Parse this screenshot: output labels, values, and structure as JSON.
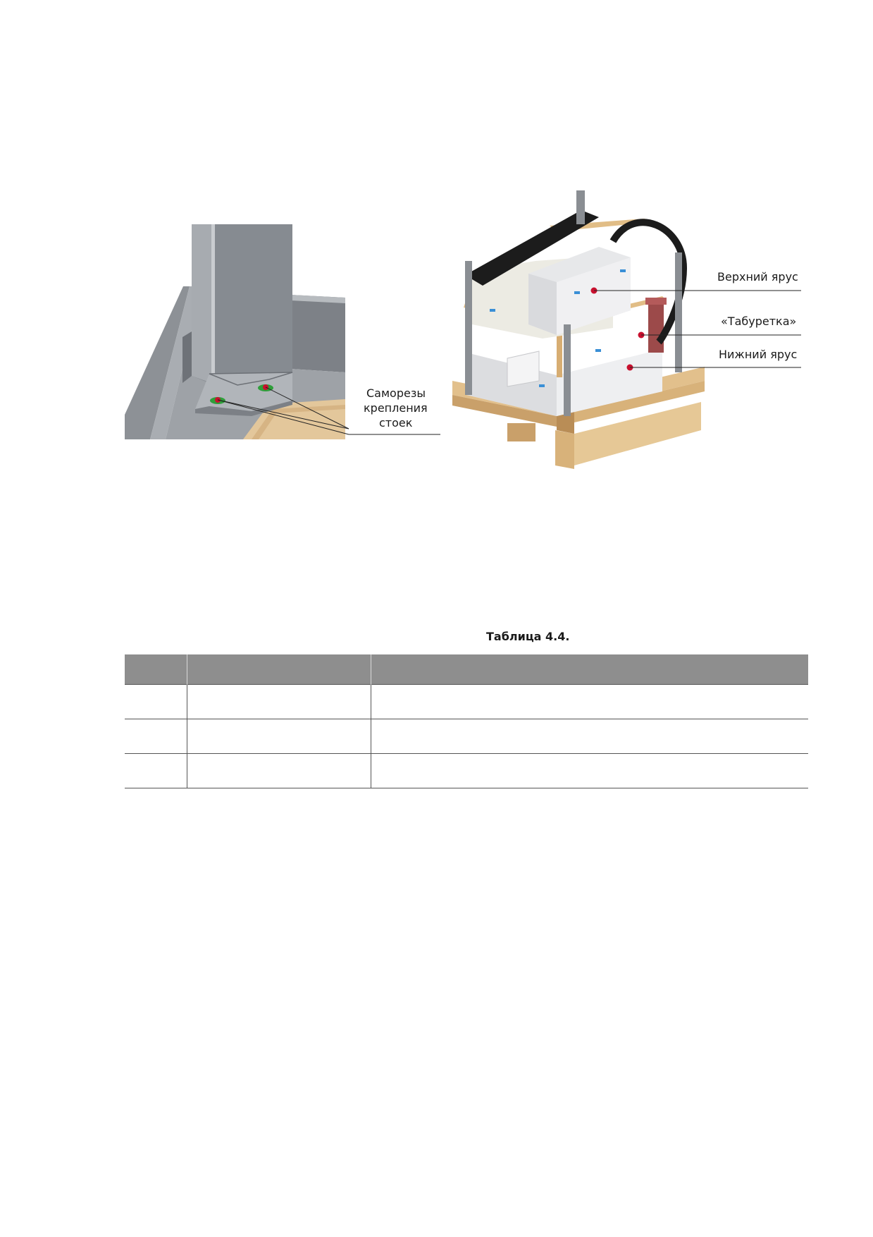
{
  "figure_left": {
    "callout": [
      "Саморезы",
      "крепления",
      "стоек"
    ]
  },
  "figure_right": {
    "callouts": {
      "upper": "Верхний ярус",
      "stool": "«Табуретка»",
      "lower": "Нижний ярус"
    }
  },
  "table": {
    "caption": "Таблица 4.4.",
    "headers": [
      "",
      "",
      ""
    ],
    "rows": [
      [
        "",
        "",
        ""
      ],
      [
        "",
        "",
        ""
      ],
      [
        "",
        "",
        ""
      ]
    ]
  },
  "colors": {
    "marker_red": "#c8102e",
    "marker_green": "#2e9e3a",
    "table_header": "#8e8e8e"
  }
}
